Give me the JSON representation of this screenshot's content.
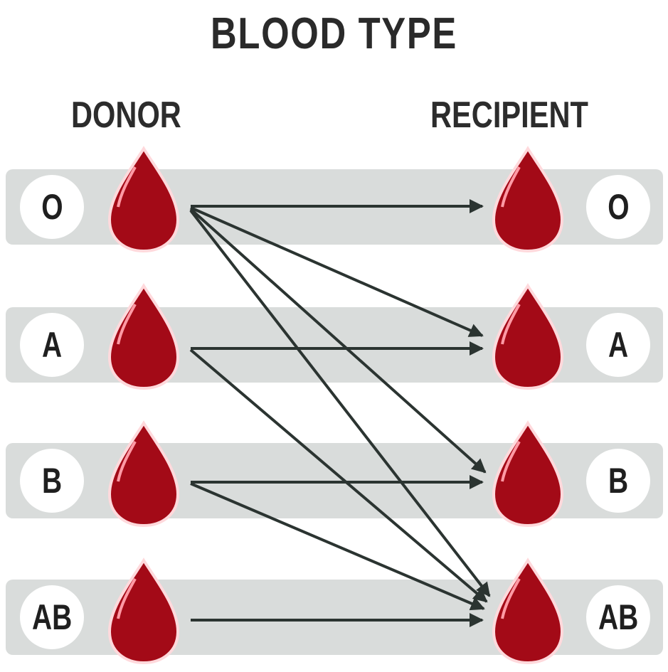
{
  "title": "BLOOD TYPE",
  "columns": {
    "donor": "DONOR",
    "recipient": "RECIPIENT"
  },
  "colors": {
    "drop": "#a30a17",
    "drop_outline": "#5a0008",
    "band": "#d9dcdb",
    "arrow": "#2b3431",
    "text": "#2a2a2a"
  },
  "donors": [
    {
      "type": "O",
      "icon": "blood-drop-icon"
    },
    {
      "type": "A",
      "icon": "blood-drop-icon"
    },
    {
      "type": "B",
      "icon": "blood-drop-icon"
    },
    {
      "type": "AB",
      "icon": "blood-drop-icon"
    }
  ],
  "recipients": [
    {
      "type": "O",
      "icon": "blood-drop-icon"
    },
    {
      "type": "A",
      "icon": "blood-drop-icon"
    },
    {
      "type": "B",
      "icon": "blood-drop-icon"
    },
    {
      "type": "AB",
      "icon": "blood-drop-icon"
    }
  ],
  "compatibility": [
    {
      "from": "O",
      "to": [
        "O",
        "A",
        "B",
        "AB"
      ]
    },
    {
      "from": "A",
      "to": [
        "A",
        "AB"
      ]
    },
    {
      "from": "B",
      "to": [
        "B",
        "AB"
      ]
    },
    {
      "from": "AB",
      "to": [
        "AB"
      ]
    }
  ]
}
